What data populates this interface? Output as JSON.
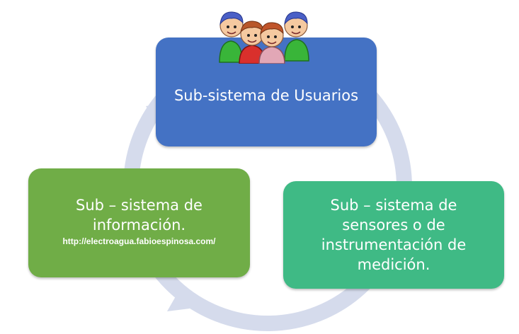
{
  "nodes": {
    "users": {
      "label": "Sub-sistema de Usuarios"
    },
    "sensors": {
      "label": "Sub – sistema de sensores o de instrumentación de medición."
    },
    "information": {
      "label": "Sub – sistema de información.",
      "url": "http://electroagua.fabioespinosa.com/"
    }
  },
  "colors": {
    "users_box": "#4472c4",
    "information_box": "#70ad47",
    "sensors_box": "#3fba85",
    "cycle_arrow": "#d5dbec"
  },
  "icons": {
    "users_decoration": "people-group-icon"
  }
}
